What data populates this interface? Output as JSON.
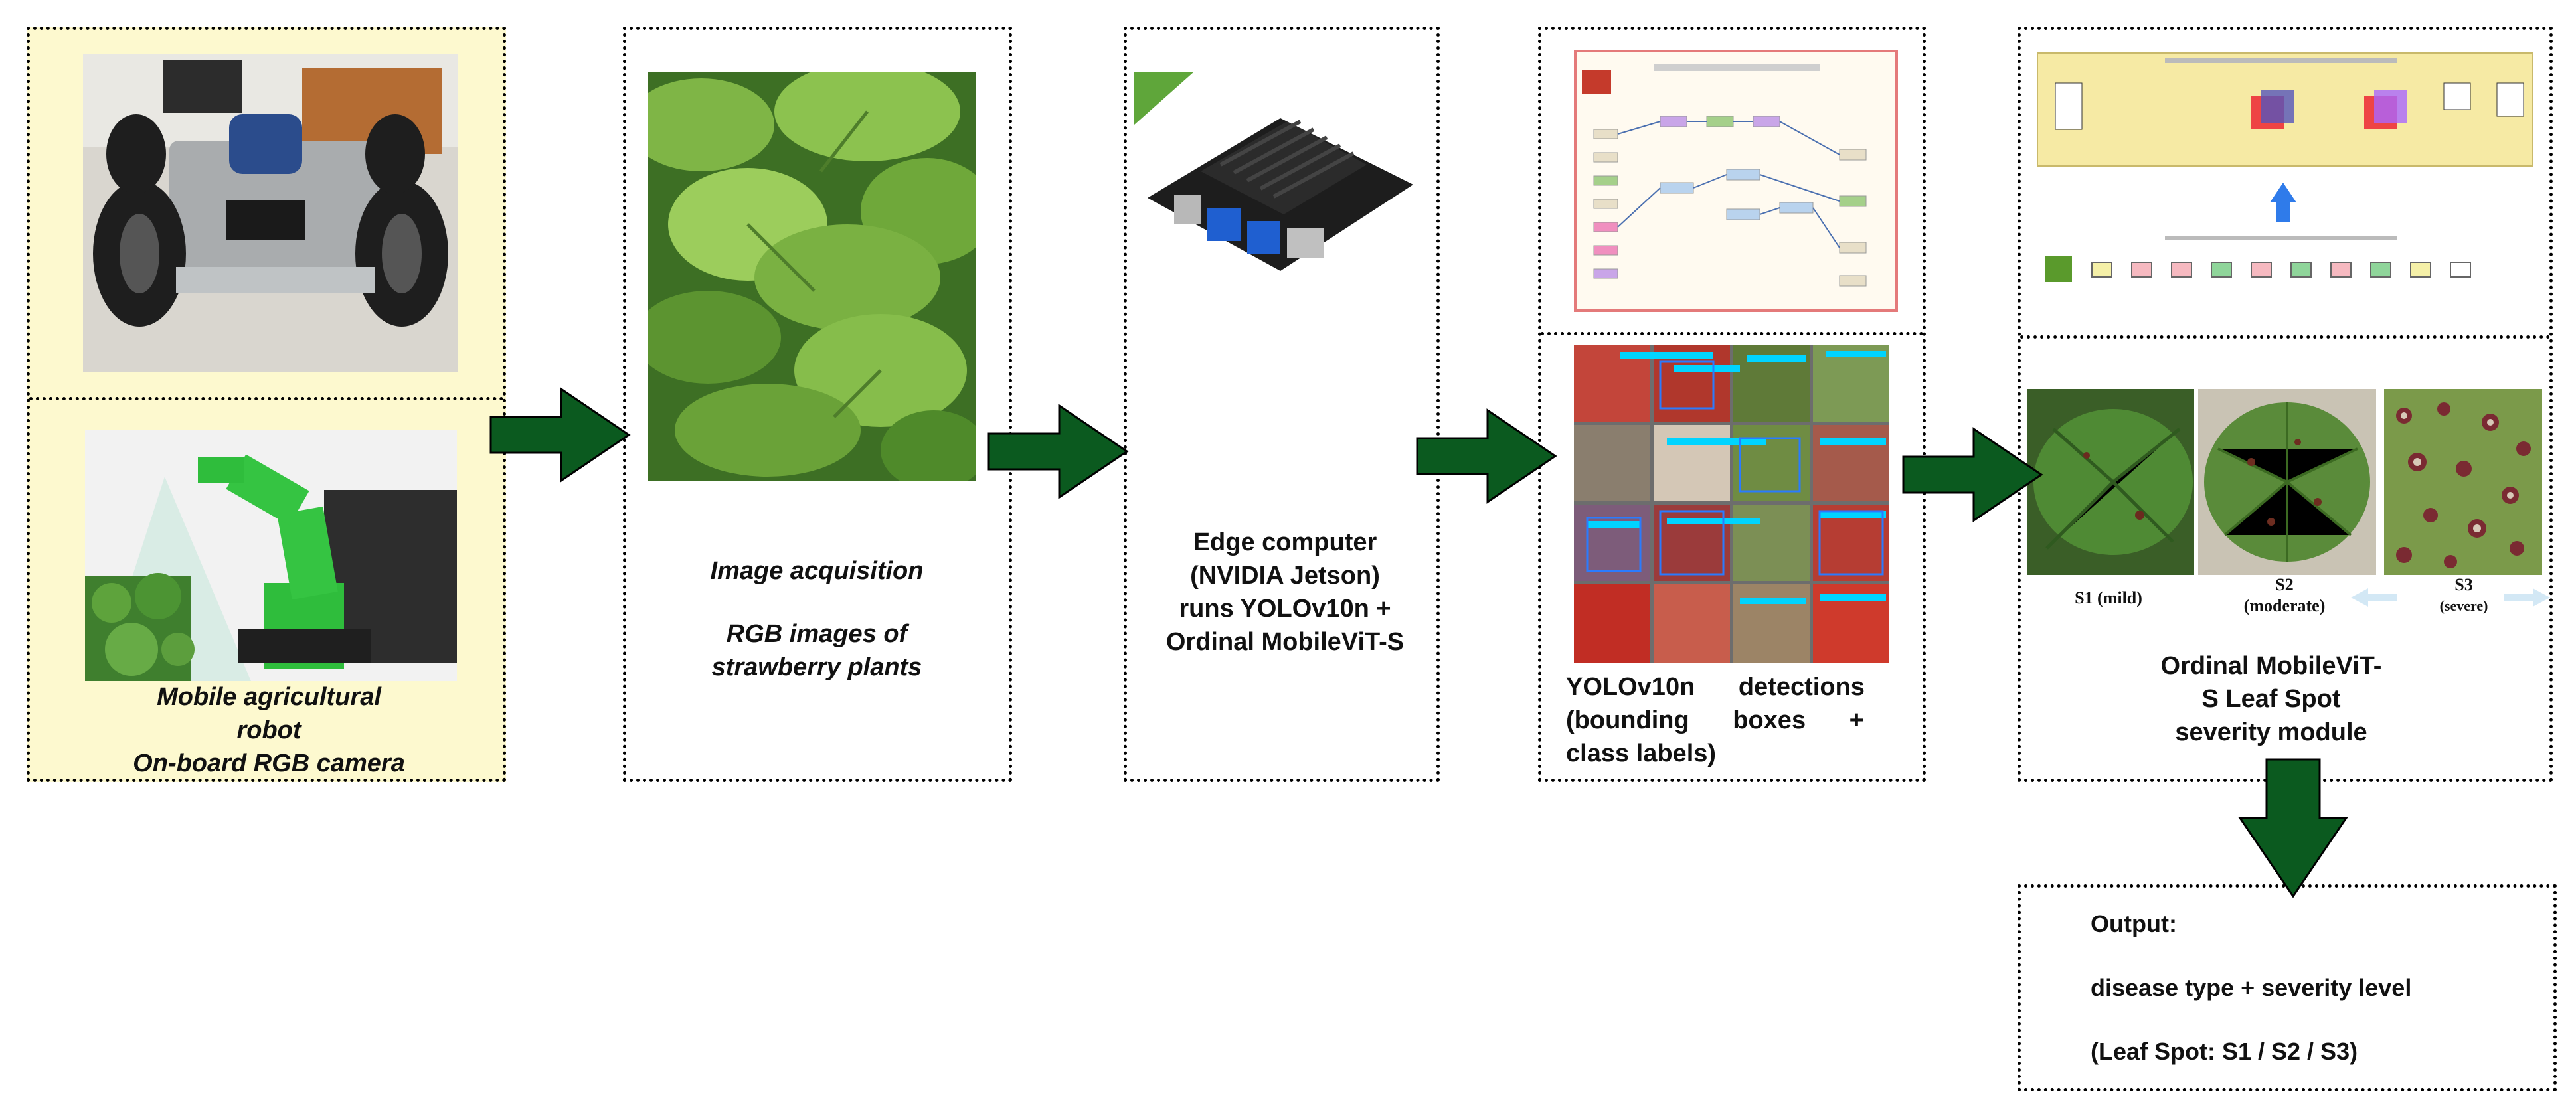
{
  "robot_box": {
    "caption_lines": [
      "Mobile agricultural",
      "robot",
      "On-board RGB camera"
    ]
  },
  "acquisition_box": {
    "title": "Image acquisition",
    "lines": [
      "RGB images of",
      "strawberry plants"
    ]
  },
  "edge_box": {
    "lines": [
      "Edge computer",
      "(NVIDIA Jetson)",
      "runs YOLOv10n +",
      "Ordinal MobileViT-S"
    ]
  },
  "yolo_box": {
    "lines": [
      "YOLOv10n detections",
      "(bounding boxes +",
      "class labels)"
    ]
  },
  "severity_box": {
    "labels": [
      {
        "main": "S1 (mild)",
        "sub": ""
      },
      {
        "main": "S2",
        "sub": "(moderate)"
      },
      {
        "main": "S3",
        "sub": "(severe)"
      }
    ],
    "caption_lines": [
      "Ordinal MobileViT-",
      "S Leaf Spot",
      "severity module"
    ]
  },
  "output_box": {
    "lines": [
      "Output:",
      "disease type + severity level",
      "(Leaf Spot: S1 / S2 / S3)"
    ]
  },
  "colors": {
    "arrow": "#0b5a1f",
    "panel_yellow": "#fdf9cf"
  }
}
